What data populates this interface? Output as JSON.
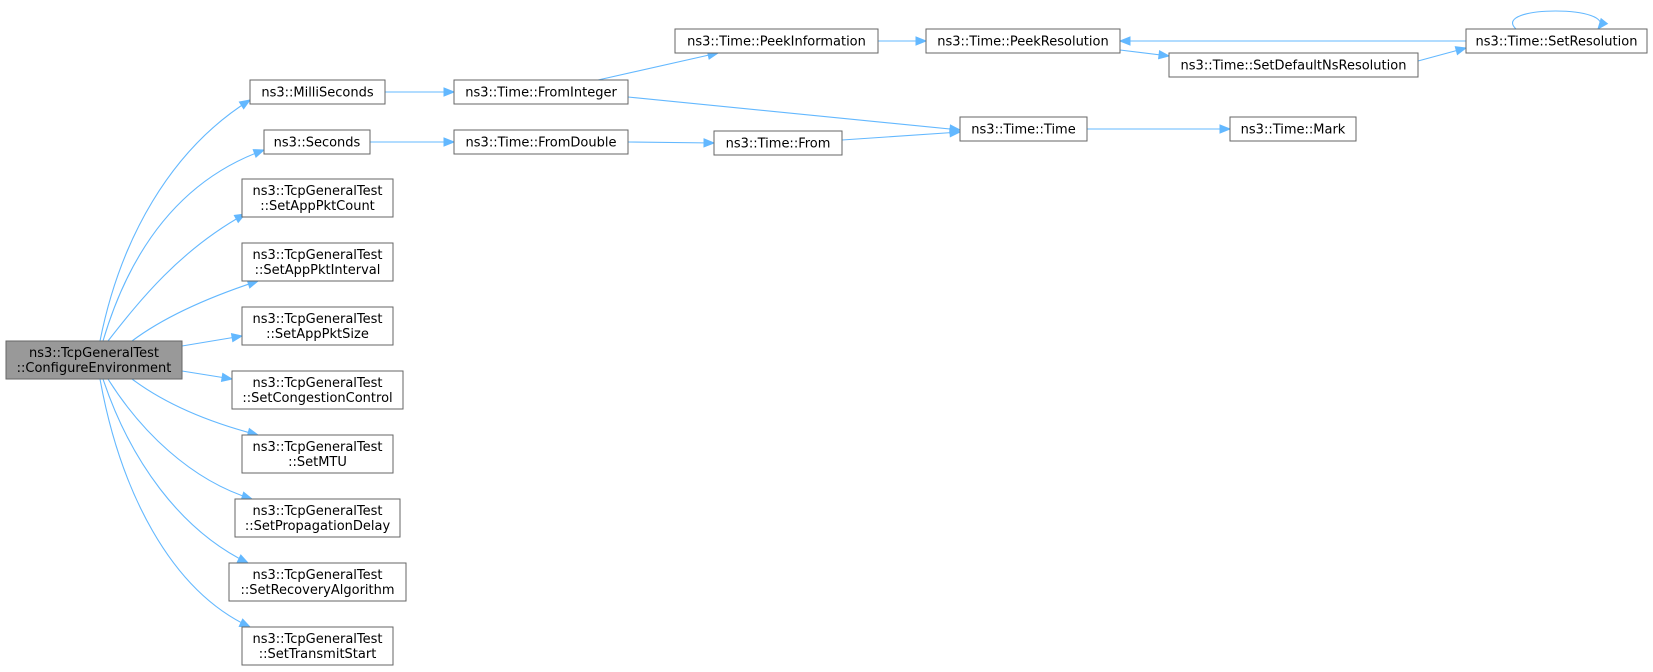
{
  "graph": {
    "nodes": [
      {
        "id": "root",
        "lines": [
          "ns3::TcpGeneralTest",
          "::ConfigureEnvironment"
        ],
        "root": true
      },
      {
        "id": "milli",
        "lines": [
          "ns3::MilliSeconds"
        ]
      },
      {
        "id": "seconds",
        "lines": [
          "ns3::Seconds"
        ]
      },
      {
        "id": "pktcount",
        "lines": [
          "ns3::TcpGeneralTest",
          "::SetAppPktCount"
        ]
      },
      {
        "id": "pktinterval",
        "lines": [
          "ns3::TcpGeneralTest",
          "::SetAppPktInterval"
        ]
      },
      {
        "id": "pktsize",
        "lines": [
          "ns3::TcpGeneralTest",
          "::SetAppPktSize"
        ]
      },
      {
        "id": "congestion",
        "lines": [
          "ns3::TcpGeneralTest",
          "::SetCongestionControl"
        ]
      },
      {
        "id": "mtu",
        "lines": [
          "ns3::TcpGeneralTest",
          "::SetMTU"
        ]
      },
      {
        "id": "propdelay",
        "lines": [
          "ns3::TcpGeneralTest",
          "::SetPropagationDelay"
        ]
      },
      {
        "id": "recovery",
        "lines": [
          "ns3::TcpGeneralTest",
          "::SetRecoveryAlgorithm"
        ]
      },
      {
        "id": "transmit",
        "lines": [
          "ns3::TcpGeneralTest",
          "::SetTransmitStart"
        ]
      },
      {
        "id": "fromint",
        "lines": [
          "ns3::Time::FromInteger"
        ]
      },
      {
        "id": "fromdouble",
        "lines": [
          "ns3::Time::FromDouble"
        ]
      },
      {
        "id": "peekinfo",
        "lines": [
          "ns3::Time::PeekInformation"
        ]
      },
      {
        "id": "from",
        "lines": [
          "ns3::Time::From"
        ]
      },
      {
        "id": "peekres",
        "lines": [
          "ns3::Time::PeekResolution"
        ]
      },
      {
        "id": "timetime",
        "lines": [
          "ns3::Time::Time"
        ]
      },
      {
        "id": "setdefault",
        "lines": [
          "ns3::Time::SetDefaultNsResolution"
        ]
      },
      {
        "id": "mark",
        "lines": [
          "ns3::Time::Mark"
        ]
      },
      {
        "id": "setres",
        "lines": [
          "ns3::Time::SetResolution"
        ]
      }
    ],
    "edges": [
      {
        "from": "root",
        "to": "milli"
      },
      {
        "from": "root",
        "to": "seconds"
      },
      {
        "from": "root",
        "to": "pktcount"
      },
      {
        "from": "root",
        "to": "pktinterval"
      },
      {
        "from": "root",
        "to": "pktsize"
      },
      {
        "from": "root",
        "to": "congestion"
      },
      {
        "from": "root",
        "to": "mtu"
      },
      {
        "from": "root",
        "to": "propdelay"
      },
      {
        "from": "root",
        "to": "recovery"
      },
      {
        "from": "root",
        "to": "transmit"
      },
      {
        "from": "milli",
        "to": "fromint"
      },
      {
        "from": "seconds",
        "to": "fromdouble"
      },
      {
        "from": "fromint",
        "to": "peekinfo"
      },
      {
        "from": "fromint",
        "to": "timetime"
      },
      {
        "from": "fromdouble",
        "to": "from"
      },
      {
        "from": "from",
        "to": "timetime"
      },
      {
        "from": "peekinfo",
        "to": "peekres"
      },
      {
        "from": "peekres",
        "to": "setdefault"
      },
      {
        "from": "setdefault",
        "to": "setres"
      },
      {
        "from": "setres",
        "to": "peekres"
      },
      {
        "from": "setres",
        "to": "setres"
      },
      {
        "from": "timetime",
        "to": "mark"
      }
    ],
    "colors": {
      "edge": "#63b8ff",
      "node_border": "#666666",
      "root_fill": "#999999",
      "node_fill": "#ffffff"
    }
  }
}
